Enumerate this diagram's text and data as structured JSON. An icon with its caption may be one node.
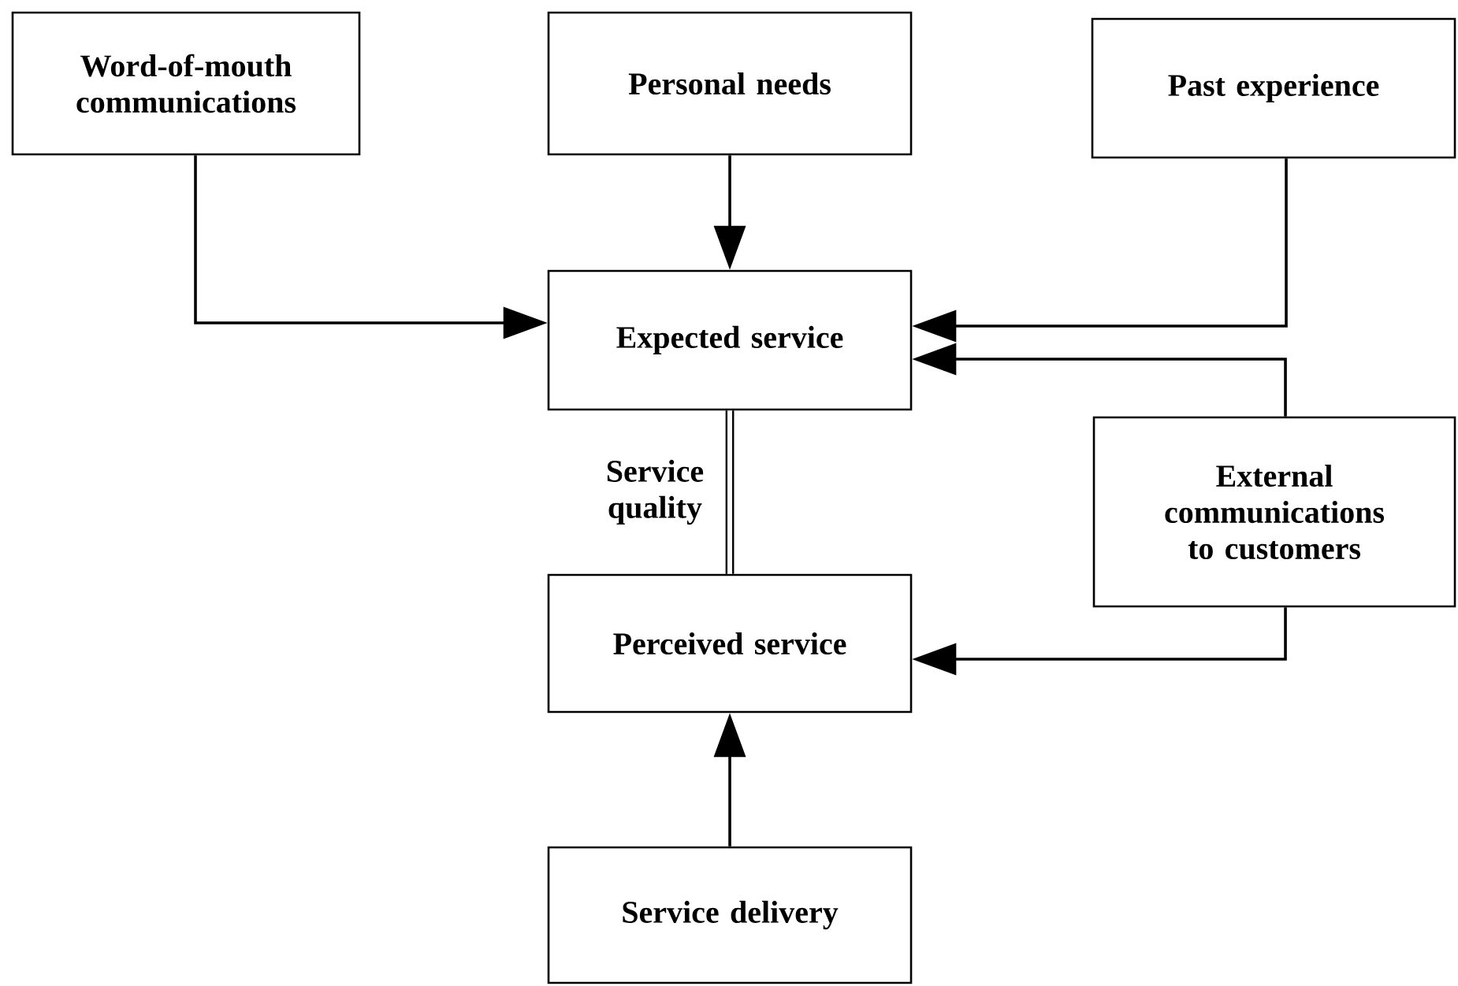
{
  "diagram": {
    "nodes": [
      {
        "text": [
          "Word-of-mouth communications"
        ]
      },
      {
        "text": [
          "Personal needs"
        ]
      },
      {
        "text": [
          "Past experience"
        ]
      },
      {
        "text": [
          "Expected service"
        ]
      },
      {
        "text": [
          "External communications to customers"
        ]
      },
      {
        "text": [
          "Perceived service"
        ]
      },
      {
        "text": [
          "Service delivery"
        ]
      }
    ],
    "edges": [
      {
        "from": 0,
        "to": 3,
        "arrow": "to"
      },
      {
        "from": 1,
        "to": 3,
        "arrow": "to"
      },
      {
        "from": 2,
        "to": 3,
        "arrow": "to"
      },
      {
        "from": 4,
        "to": 3,
        "arrow": "to"
      },
      {
        "from": 3,
        "to": 5,
        "arrow": "none",
        "label": "Service quality",
        "style": "thick"
      },
      {
        "from": 4,
        "to": 5,
        "arrow": "to"
      },
      {
        "from": 6,
        "to": 5,
        "arrow": "to"
      }
    ]
  }
}
